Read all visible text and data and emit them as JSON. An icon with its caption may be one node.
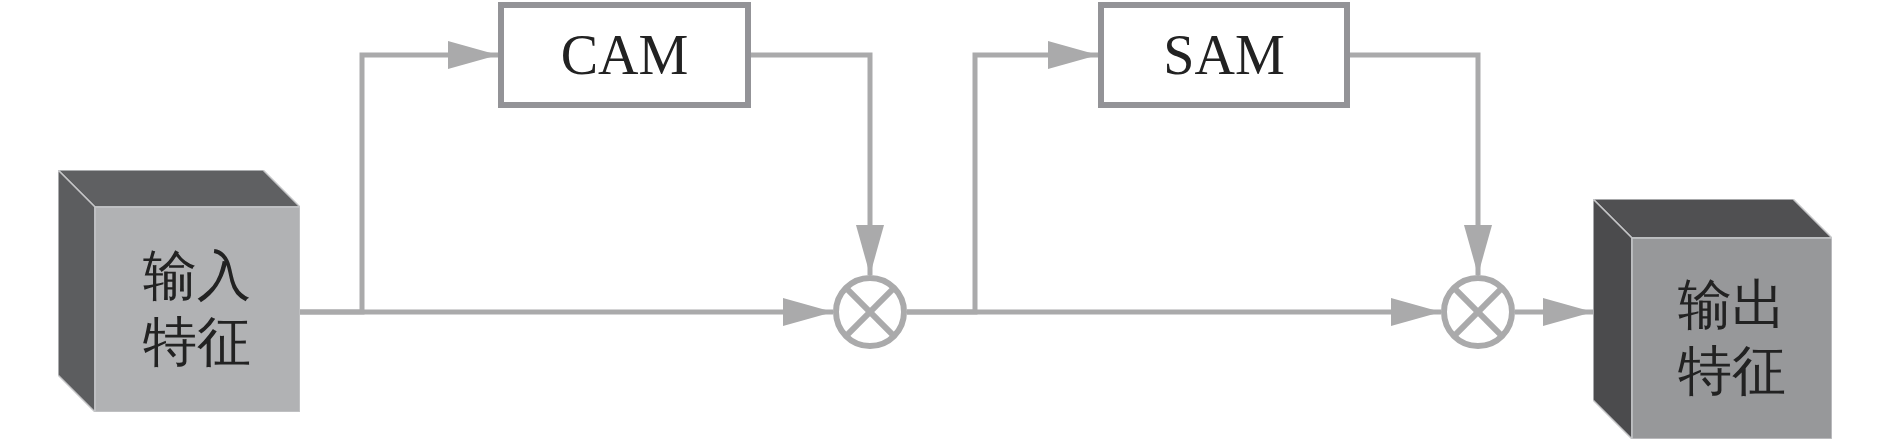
{
  "diagram": {
    "nodes": [
      {
        "text": [
          "输入特征"
        ]
      },
      {
        "text": [
          "CAM"
        ]
      },
      {
        "text": [],
        "shape": "circle"
      },
      {
        "text": [
          "SAM"
        ]
      },
      {
        "text": [],
        "shape": "circle"
      },
      {
        "text": [
          "输出特征"
        ]
      }
    ],
    "edges": [
      {
        "from": 0,
        "to": 2,
        "arrow": "to"
      },
      {
        "from": 0,
        "to": 1,
        "arrow": "to"
      },
      {
        "from": 1,
        "to": 2,
        "arrow": "to"
      },
      {
        "from": 2,
        "to": 3,
        "arrow": "to"
      },
      {
        "from": 2,
        "to": 4,
        "arrow": "to"
      },
      {
        "from": 3,
        "to": 4,
        "arrow": "to"
      },
      {
        "from": 4,
        "to": 5,
        "arrow": "to"
      }
    ]
  }
}
